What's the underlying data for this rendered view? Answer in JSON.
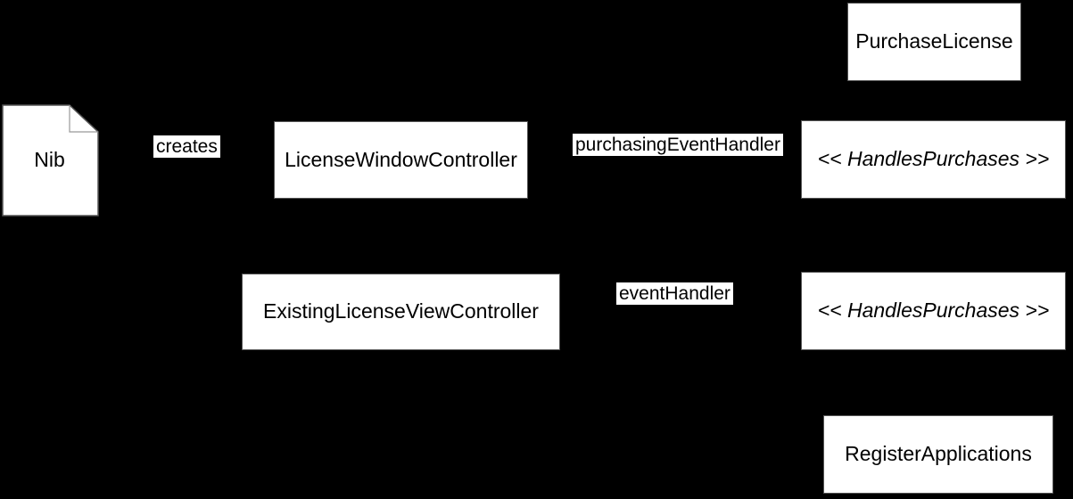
{
  "diagram": {
    "colors": {
      "background": "#000000",
      "node_fill": "#ffffff",
      "node_text": "#000000",
      "node_border": "#555555"
    },
    "nodes": {
      "nib": {
        "label": "Nib",
        "shape": "document"
      },
      "license_window_controller": {
        "label": "LicenseWindowController",
        "shape": "rectangle"
      },
      "purchase_license": {
        "label": "PurchaseLicense",
        "shape": "rectangle"
      },
      "handles_purchases_top": {
        "label": "<< HandlesPurchases >>",
        "shape": "rectangle",
        "stereotype": "true"
      },
      "existing_license_view_controller": {
        "label": "ExistingLicenseViewController",
        "shape": "rectangle"
      },
      "handles_purchases_bottom": {
        "label": "<< HandlesPurchases >>",
        "shape": "rectangle",
        "stereotype": "true"
      },
      "register_applications": {
        "label": "RegisterApplications",
        "shape": "rectangle"
      }
    },
    "edge_labels": {
      "creates": "creates",
      "purchasing_event_handler": "purchasingEventHandler",
      "event_handler": "eventHandler"
    }
  }
}
